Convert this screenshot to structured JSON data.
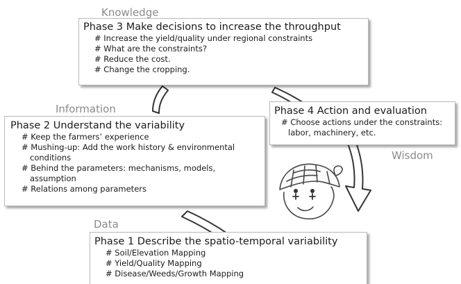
{
  "levels": {
    "knowledge": "Knowledge",
    "information": "Information",
    "wisdom": "Wisdom",
    "data": "Data"
  },
  "phases": [
    {
      "id": "phase3",
      "title": "Phase 3 Make decisions to increase the throughput",
      "items": [
        "# Increase the yield/quality under regional constraints",
        "# What are the constraints?",
        "# Reduce the cost.",
        "# Change the cropping."
      ]
    },
    {
      "id": "phase2",
      "title": "Phase 2 Understand the variability",
      "items": [
        "# Keep the farmers’ experience",
        "# Mushing-up: Add the work history & environmental conditions",
        "# Behind the parameters: mechanisms, models, assumption",
        "# Relations among parameters"
      ]
    },
    {
      "id": "phase4",
      "title": "Phase 4 Action and evaluation",
      "items": [
        "# Choose actions under the constraints: labor, machinery, etc."
      ]
    },
    {
      "id": "phase1",
      "title": "Phase 1 Describe the spatio-temporal variability",
      "items": [
        "# Soil/Elevation Mapping",
        "# Yield/Quality Mapping",
        "# Disease/Weeds/Growth Mapping"
      ]
    }
  ],
  "colors": {
    "arrow_outline": "#333333",
    "arrow_fill": "#ffffff",
    "label_gray": "#8a8a8a",
    "box_border": "#b9b9b9",
    "text": "#1a1a1a"
  },
  "icons": {
    "face": "farmer-face-icon"
  }
}
